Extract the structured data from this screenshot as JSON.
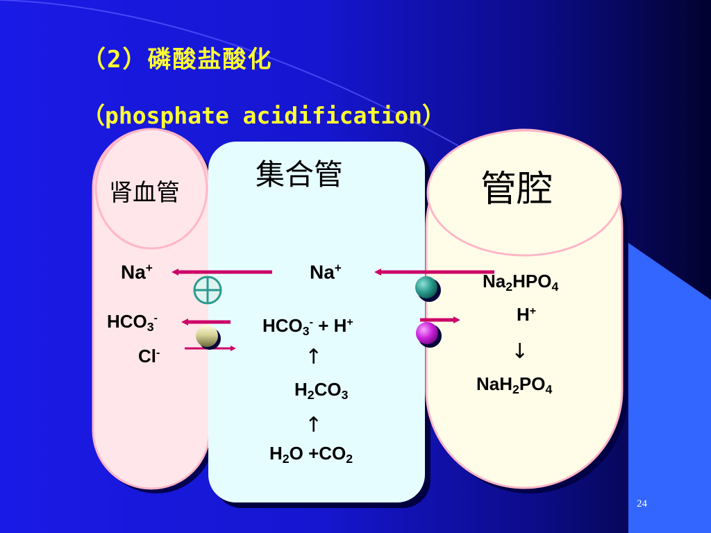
{
  "title": {
    "line1": "（2）磷酸盐酸化",
    "line2": "（phosphate acidification）"
  },
  "regions": {
    "blood_vessel": "肾血管",
    "collecting_duct": "集合管",
    "lumen": "管腔"
  },
  "blood_side": {
    "na_base": "Na",
    "na_charge": "+",
    "hco3_base": "HCO",
    "hco3_sub": "3",
    "hco3_charge": "-",
    "cl_base": "Cl",
    "cl_charge": "-"
  },
  "duct_cell": {
    "na_base": "Na",
    "na_charge": "+",
    "reaction_hco3": "HCO",
    "reaction_hco3_sub": "3",
    "reaction_hco3_charge": "-",
    "reaction_plus_h": " + H",
    "reaction_h_charge": "+",
    "arrow1": "↑",
    "h2co3_h": "H",
    "h2co3_sub1": "2",
    "h2co3_co": "CO",
    "h2co3_sub2": "3",
    "arrow2": "↑",
    "h2o_h": "H",
    "h2o_sub": "2",
    "h2o_o_co": "O +CO",
    "co2_sub": "2"
  },
  "lumen_side": {
    "na2hpo4_na": "Na",
    "na2hpo4_sub1": "2",
    "na2hpo4_hpo": "HPO",
    "na2hpo4_sub2": "4",
    "h_base": "H",
    "h_charge": "+",
    "arrow_down": "↓",
    "nah2po4_nah": "NaH",
    "nah2po4_sub1": "2",
    "nah2po4_po": "PO",
    "nah2po4_sub2": "4"
  },
  "page_number": "24",
  "colors": {
    "title": "#ffff33",
    "arrow": "#cc0066",
    "blood_fill": "#ffe6ea",
    "duct_fill": "#e6fdff",
    "lumen_fill": "#fffde8",
    "na_k_pump": "#2a9a8e",
    "exchanger": "#c8c38e",
    "h_pump": "#cc22dd"
  }
}
